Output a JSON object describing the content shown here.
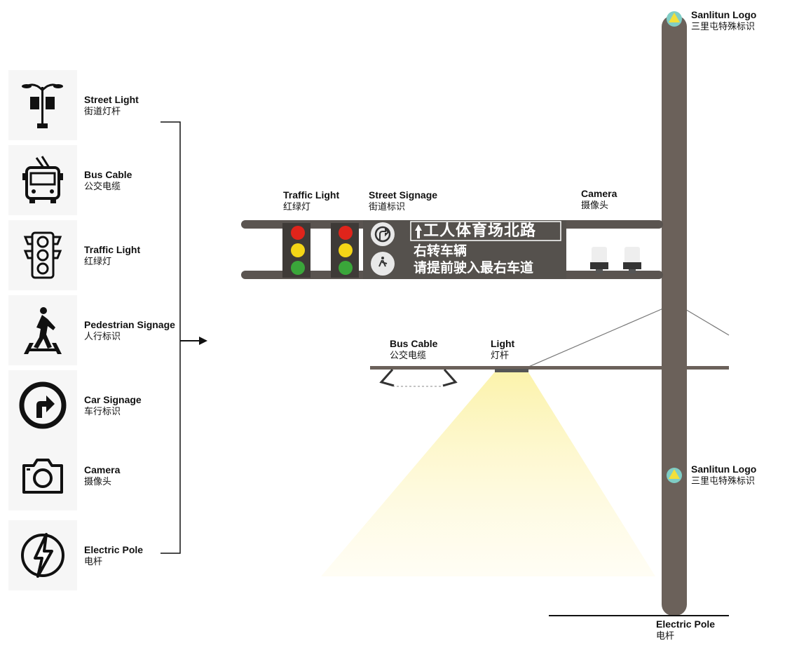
{
  "legend": [
    {
      "en": "Street Light",
      "zh": "街道灯杆",
      "icon": "street-light-icon"
    },
    {
      "en": "Bus Cable",
      "zh": "公交电缆",
      "icon": "bus-icon"
    },
    {
      "en": "Traffic Light",
      "zh": "红绿灯",
      "icon": "traffic-light-icon"
    },
    {
      "en": "Pedestrian Signage",
      "zh": "人行标识",
      "icon": "pedestrian-icon"
    },
    {
      "en": "Car Signage",
      "zh": "车行标识",
      "icon": "right-turn-arrow-icon"
    },
    {
      "en": "Camera",
      "zh": "摄像头",
      "icon": "camera-icon"
    },
    {
      "en": "Electric Pole",
      "zh": "电杆",
      "icon": "lightning-icon"
    }
  ],
  "labels": {
    "traffic_light": {
      "en": "Traffic Light",
      "zh": "红绿灯"
    },
    "street_signage": {
      "en": "Street Signage",
      "zh": "街道标识"
    },
    "camera": {
      "en": "Camera",
      "zh": "摄像头"
    },
    "bus_cable": {
      "en": "Bus Cable",
      "zh": "公交电缆"
    },
    "light": {
      "en": "Light",
      "zh": "灯杆"
    },
    "logo_top": {
      "en": "Sanlitun Logo",
      "zh": "三里屯特殊标识"
    },
    "logo_mid": {
      "en": "Sanlitun Logo",
      "zh": "三里屯特殊标识"
    },
    "electric_pole": {
      "en": "Electric Pole",
      "zh": "电杆"
    }
  },
  "sign": {
    "road_name": "工人体育场北路",
    "line1": "右转车辆",
    "line2": "请提前驶入最右车道"
  },
  "colors": {
    "pole": "#6b615a",
    "frame": "#5a5450",
    "sign_bg": "#55514d",
    "red": "#e0241b",
    "yellow": "#f4d516",
    "green": "#3aa63a",
    "glow": "#fbf0a0",
    "logo_teal": "#7fcdc5",
    "logo_yellow": "#f2e03a"
  }
}
